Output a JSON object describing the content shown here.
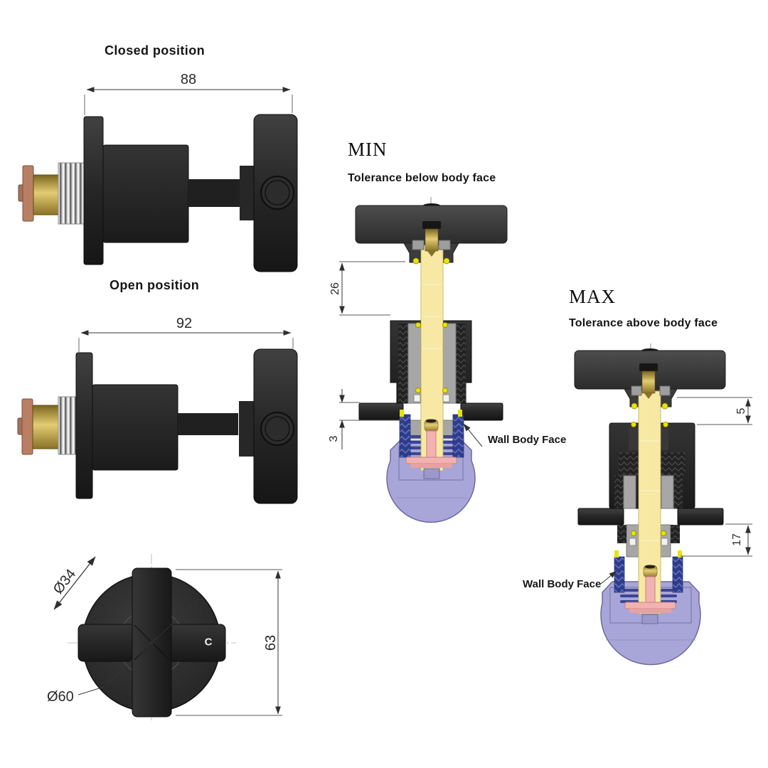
{
  "drawing": {
    "closed": {
      "title": "Closed position",
      "width_dim": "88"
    },
    "open": {
      "title": "Open position",
      "width_dim": "92"
    },
    "min": {
      "title": "MIN",
      "subtitle": "Tolerance below body face",
      "stem_dim": "26",
      "plate_dim": "3",
      "wall_label": "Wall Body Face"
    },
    "max": {
      "title": "MAX",
      "subtitle": "Tolerance above body face",
      "gap_dim": "5",
      "thread_dim": "17",
      "wall_label": "Wall Body Face"
    },
    "front": {
      "hub_dim": "Ø34",
      "flange_dim": "Ø60",
      "height_dim": "63",
      "handle_letter": "C"
    }
  },
  "colors": {
    "body_black": "#262626",
    "handle_gray": "#3d3d3d",
    "spindle_yellow": "#f7e9a3",
    "brass": "#c9a43f",
    "gland_gray": "#a6a6a6",
    "thread_blue": "#31408f",
    "housing_purple": "#a8a6d8",
    "jumper_pink": "#f3b2b2",
    "copper": "#b97f63",
    "spring_silver": "#d6d6d6",
    "seal_yellow": "#e8e400"
  }
}
